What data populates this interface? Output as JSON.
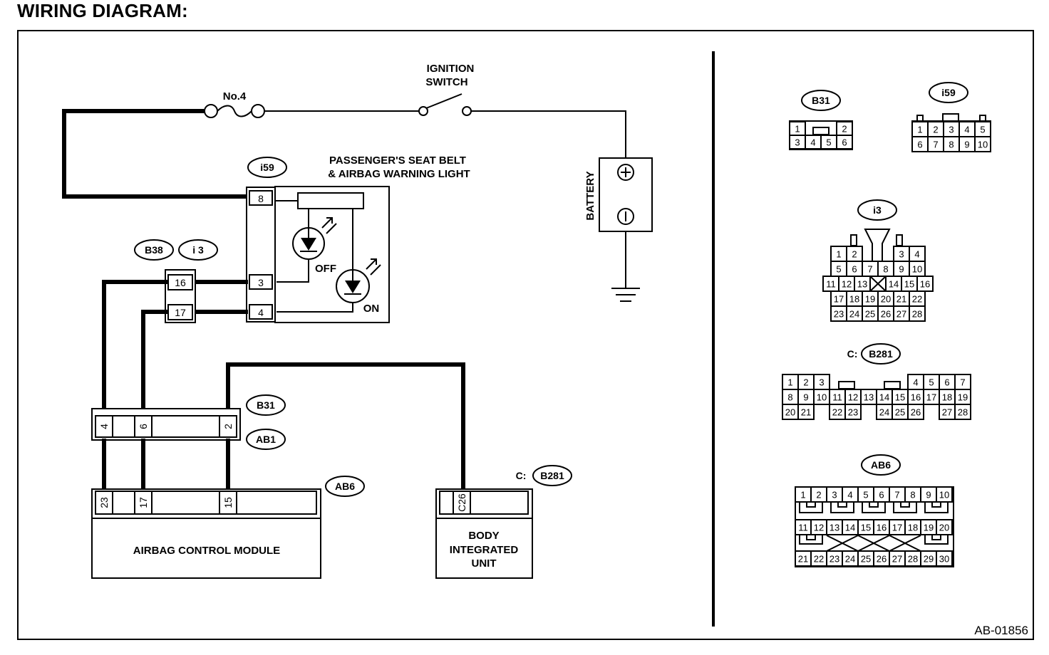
{
  "title": "WIRING DIAGRAM:",
  "figure_id": "AB-01856",
  "labels": {
    "fuse": "No.4",
    "ignition_line1": "IGNITION",
    "ignition_line2": "SWITCH",
    "warning_line1": "PASSENGER'S SEAT BELT",
    "warning_line2": "& AIRBAG WARNING LIGHT",
    "battery": "BATTERY",
    "off": "OFF",
    "on": "ON",
    "acm": "AIRBAG CONTROL MODULE",
    "biu_line1": "BODY",
    "biu_line2": "INTEGRATED",
    "biu_line3": "UNIT",
    "c_prefix": "C:"
  },
  "connectors": {
    "i59": "i59",
    "b38": "B38",
    "i3": "i 3",
    "b31": "B31",
    "ab1": "AB1",
    "ab6": "AB6",
    "b281": "B281"
  },
  "connector_views": {
    "b31": "B31",
    "i59": "i59",
    "i3": "i3",
    "b281_prefix": "C:",
    "b281": "B281",
    "ab6": "AB6"
  },
  "pins": {
    "i59_8": "8",
    "i59_3": "3",
    "i59_4": "4",
    "b38_16": "16",
    "b38_17": "17",
    "b31_4": "4",
    "b31_6": "6",
    "b31_2": "2",
    "ab6_23": "23",
    "ab6_17": "17",
    "ab6_15": "15",
    "b281_c26": "C26"
  },
  "views": {
    "b31_rows": [
      [
        "1",
        "2"
      ],
      [
        "3",
        "4",
        "5",
        "6"
      ]
    ],
    "i59_rows": [
      [
        "1",
        "2",
        "3",
        "4",
        "5"
      ],
      [
        "6",
        "7",
        "8",
        "9",
        "10"
      ]
    ],
    "i3_rows": [
      [
        "1",
        "2",
        "3",
        "4"
      ],
      [
        "5",
        "6",
        "7",
        "8",
        "9",
        "10"
      ],
      [
        "11",
        "12",
        "13",
        "14",
        "15",
        "16"
      ],
      [
        "17",
        "18",
        "19",
        "20",
        "21",
        "22"
      ],
      [
        "23",
        "24",
        "25",
        "26",
        "27",
        "28"
      ]
    ],
    "b281_rows": [
      [
        "1",
        "2",
        "3",
        "4",
        "5",
        "6",
        "7"
      ],
      [
        "8",
        "9",
        "10",
        "11",
        "12",
        "13",
        "14",
        "15",
        "16",
        "17",
        "18",
        "19"
      ],
      [
        "20",
        "21",
        "22",
        "23",
        "24",
        "25",
        "26",
        "27",
        "28"
      ]
    ],
    "ab6_rows": [
      [
        "1",
        "2",
        "3",
        "4",
        "5",
        "6",
        "7",
        "8",
        "9",
        "10"
      ],
      [
        "11",
        "12",
        "13",
        "14",
        "15",
        "16",
        "17",
        "18",
        "19",
        "20"
      ],
      [
        "21",
        "22",
        "23",
        "24",
        "25",
        "26",
        "27",
        "28",
        "29",
        "30"
      ]
    ]
  }
}
